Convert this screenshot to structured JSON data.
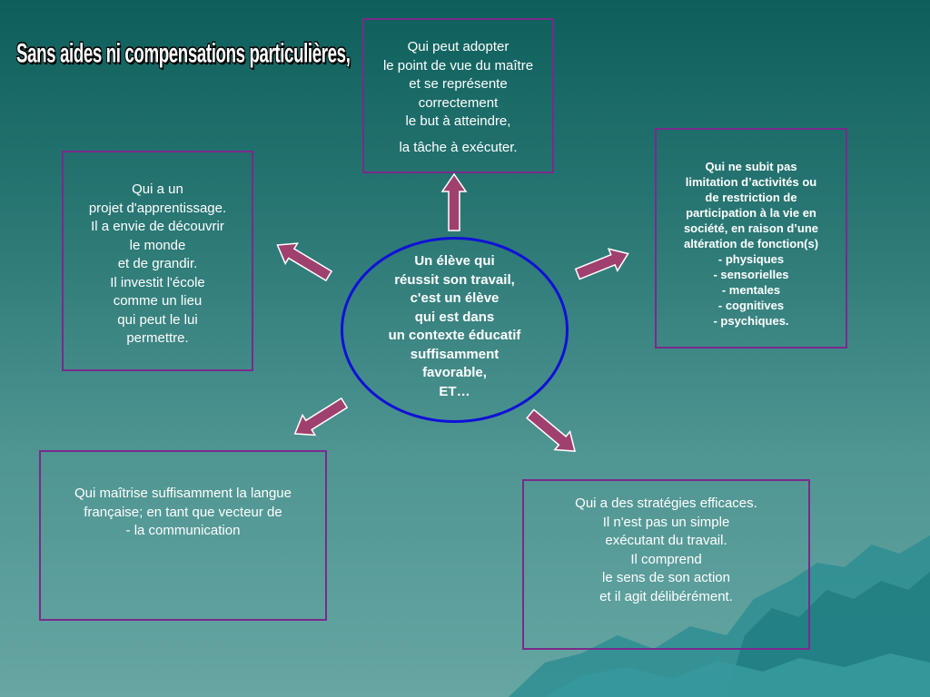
{
  "title": "Sans aides ni compensations particulières,",
  "center": {
    "lines": [
      "Un élève qui",
      "réussit son travail,",
      "c'est un élève",
      "qui est dans",
      "un contexte éducatif",
      "suffisamment",
      "favorable,",
      "ET…"
    ]
  },
  "top_box": {
    "lines": [
      "Qui peut adopter",
      "le point de vue du maître",
      "et se représente",
      "correctement",
      "le but à atteindre,"
    ],
    "last_line": "la tâche à exécuter."
  },
  "left_box": {
    "lines": [
      "Qui a un",
      "projet d'apprentissage.",
      "Il a envie de découvrir",
      "le monde",
      "et de grandir.",
      "Il investit l'école",
      "comme un lieu",
      "qui peut le lui",
      "permettre."
    ]
  },
  "right_box": {
    "lines": [
      "Qui ne subit pas",
      "limitation d’activités ou",
      "de restriction de",
      "participation à la vie en",
      "société, en raison d’une",
      "altération de fonction(s)",
      "- physiques",
      "- sensorielles",
      "- mentales",
      "- cognitives",
      "- psychiques."
    ]
  },
  "bottom_left_box": {
    "lines": [
      "Qui maîtrise suffisamment la langue",
      "française; en tant que vecteur de",
      "- la communication"
    ]
  },
  "bottom_right_box": {
    "lines": [
      "Qui a des stratégies efficaces.",
      "Il n'est pas un simple",
      "exécutant du travail.",
      "Il comprend",
      "le sens de son action",
      "et il agit délibérément."
    ]
  },
  "colors": {
    "box_border": "#7a2a8c",
    "ellipse_border": "#1010d8",
    "arrow_fill": "#a0406e",
    "arrow_stroke": "#ffffff"
  }
}
